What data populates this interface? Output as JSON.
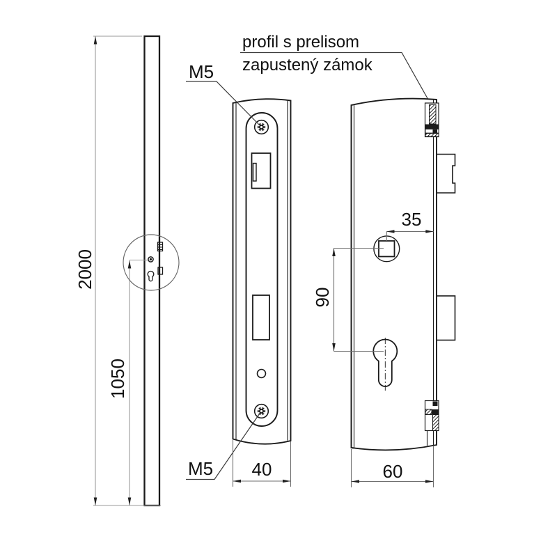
{
  "callout": {
    "line1": "profil s prelisom",
    "line2": "zapustený zámok"
  },
  "labels": {
    "screw_top": "M5",
    "screw_bottom": "M5"
  },
  "dimensions": {
    "door_height": "2000",
    "lock_center_height": "1050",
    "faceplate_width": "40",
    "square_to_edge": "35",
    "square_to_cylinder": "90",
    "cover_width": "60"
  },
  "colors": {
    "object_line": "#1a1a1a",
    "dimension_line": "#6e6e6e",
    "dimension_line_light": "#9a9a9a",
    "text_color": "#111111",
    "background": "#ffffff"
  }
}
